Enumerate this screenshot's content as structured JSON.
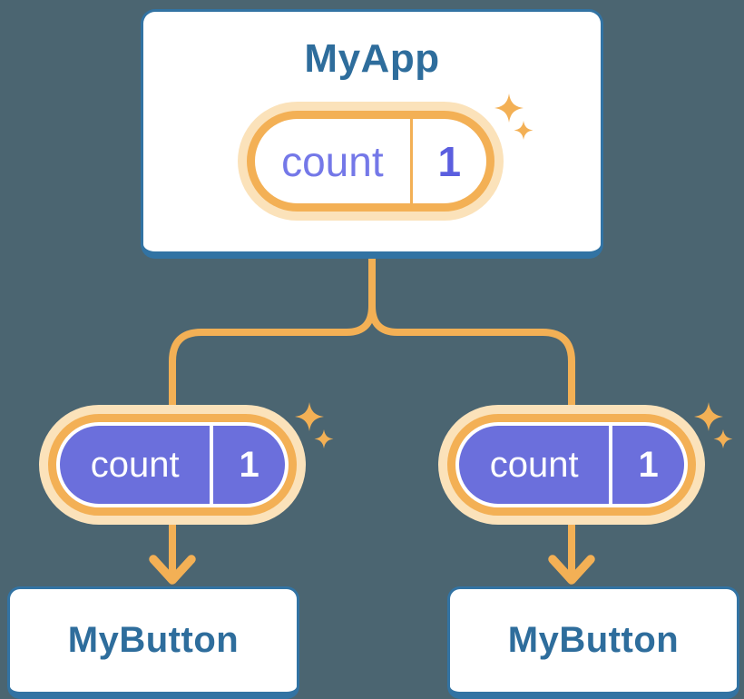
{
  "diagram": {
    "type": "component-tree",
    "description": "Parent component sharing state with two child components"
  },
  "app": {
    "title": "MyApp",
    "pill": {
      "label": "count",
      "value": "1"
    }
  },
  "buttons": [
    {
      "title": "MyButton",
      "pill": {
        "label": "count",
        "value": "1"
      }
    },
    {
      "title": "MyButton",
      "pill": {
        "label": "count",
        "value": "1"
      }
    }
  ],
  "icons": {
    "sparkle": "✦"
  },
  "colors": {
    "background": "#4B6571",
    "card_fill": "#FFFFFF",
    "card_border_blue": "#3273A3",
    "title_blue": "#2E6D9C",
    "accent_orange": "#F3B055",
    "pale_orange_ring": "#FBE2BA",
    "pill_purple": "#6B6FDC",
    "light_pill_label_purple": "#7478E8",
    "light_pill_value_purple": "#5B5EDF"
  }
}
